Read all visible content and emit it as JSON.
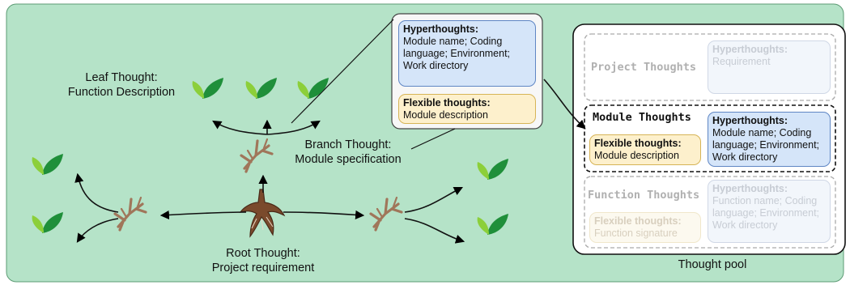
{
  "tree": {
    "leaf_label": [
      "Leaf Thought:",
      "Function Description"
    ],
    "branch_label": [
      "Branch Thought:",
      "Module specification"
    ],
    "root_label": [
      "Root Thought:",
      "Project requirement"
    ]
  },
  "callout": {
    "hyper_title": "Hyperthoughts:",
    "hyper_text": "Module name; Coding language; Environment; Work directory",
    "flex_title": "Flexible thoughts:",
    "flex_text": "Module description"
  },
  "pool": {
    "caption": "Thought pool",
    "project": {
      "label": "Project Thoughts",
      "hyper_title": "Hyperthoughts:",
      "hyper_text": "Requirement"
    },
    "module": {
      "label": "Module Thoughts",
      "hyper_title": "Hyperthoughts:",
      "hyper_text": "Module name; Coding language; Environment; Work directory",
      "flex_title": "Flexible thoughts:",
      "flex_text": "Module description"
    },
    "function": {
      "label": "Function Thoughts",
      "hyper_title": "Hyperthoughts:",
      "hyper_text": "Function name; Coding language; Environment; Work directory",
      "flex_title": "Flexible thoughts:",
      "flex_text": "Function signature"
    }
  },
  "colors": {
    "background_panel": "#b5e3c8",
    "leaf_dark": "#1f8f3a",
    "leaf_light": "#8ccf3a",
    "twig": "#a0765a",
    "root": "#7a4a2c"
  }
}
